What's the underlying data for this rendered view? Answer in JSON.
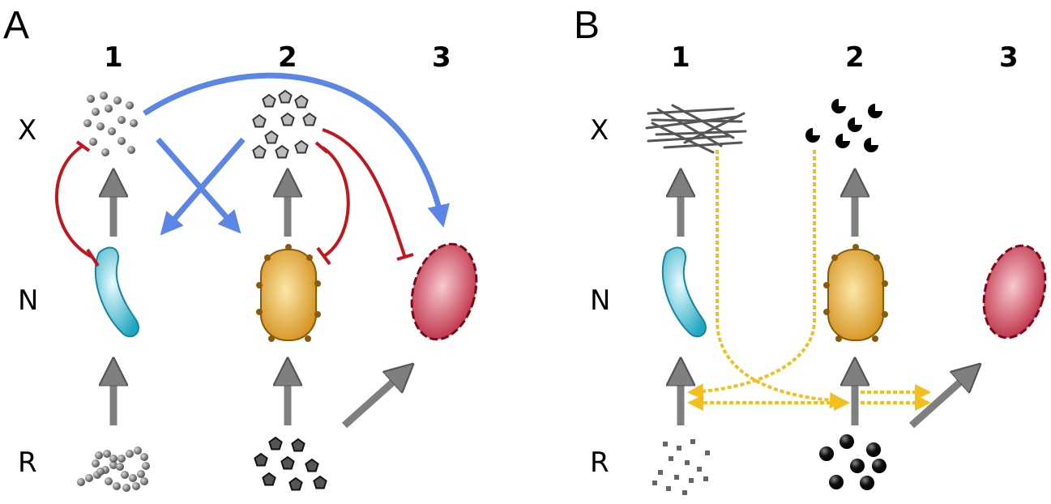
{
  "panels": [
    {
      "label": "A",
      "columns": [
        "1",
        "2",
        "3"
      ],
      "rows": [
        "X",
        "N",
        "R"
      ]
    },
    {
      "label": "B",
      "columns": [
        "1",
        "2",
        "3"
      ],
      "rows": [
        "X",
        "N",
        "R"
      ]
    }
  ],
  "colors": {
    "gray_arrow": "#7f7f7f",
    "blue_arrow": "#5b86e5",
    "red_inhibition": "#c0161c",
    "yellow_dashed": "#f2c01e",
    "cell_1": "#2bb5cc",
    "cell_2": "#d98b12",
    "cell_3": "#b3132c"
  }
}
